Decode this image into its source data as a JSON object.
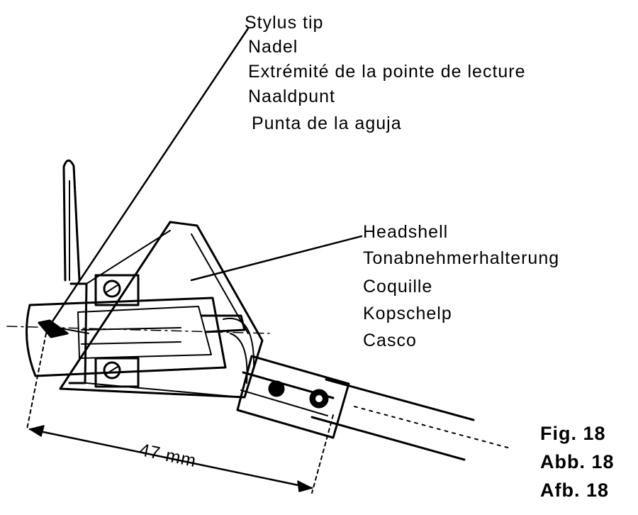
{
  "stylus_tip": {
    "labels": [
      "Stylus tip",
      "Nadel",
      "Extrémité de la pointe de lecture",
      "Naaldpunt",
      "Punta de la aguja"
    ]
  },
  "headshell": {
    "labels": [
      "Headshell",
      "Tonabnehmerhalterung",
      "Coquille",
      "Kopschelp",
      "Casco"
    ]
  },
  "dimension": {
    "value": "47 mm"
  },
  "figure": {
    "captions": [
      "Fig. 18",
      "Abb. 18",
      "Afb. 18"
    ]
  },
  "colors": {
    "line": "#000000",
    "background": "#ffffff"
  }
}
